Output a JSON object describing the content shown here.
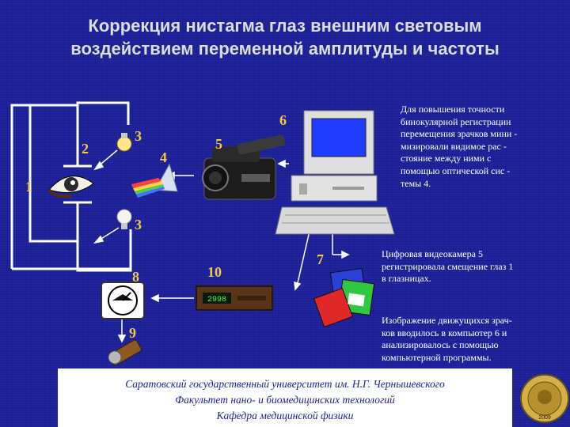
{
  "title": {
    "line1": "Коррекция нистагма глаз внешним световым",
    "line2": "воздействием переменной амплитуды и частоты"
  },
  "labels": [
    "1",
    "2",
    "3",
    "4",
    "5",
    "6",
    "3",
    "7",
    "8",
    "10",
    "9"
  ],
  "camera_display": "2998",
  "text_blocks": {
    "accuracy": [
      "Для повышения точности",
      "бинокулярной регистрации",
      "перемещения зрачков мини -",
      "мизировали видимое рас -",
      "стояние между ними с",
      "помощью оптической сис -",
      "темы 4."
    ],
    "camera": [
      "Цифровая видеокамера 5",
      "регистрировала смещение глаз 1",
      "в глазницах."
    ],
    "image": [
      "Изображение движущихся зрач-",
      "ков вводилось в компьютер 6 и",
      "анализировалось с помощью",
      "компьютерной программы."
    ]
  },
  "footer": {
    "line1": "Саратовский государственный университет им. Н.Г. Чернышевского",
    "line2": "Факультет нано- и биомедицинских технологий",
    "line3": "Кафедра медицинской физики"
  },
  "seal": {
    "year": "2009"
  },
  "colors": {
    "background": "#1a1f96",
    "labels": "#f2c84a",
    "lines": "#ffffff",
    "title": "#dcdcdc"
  }
}
